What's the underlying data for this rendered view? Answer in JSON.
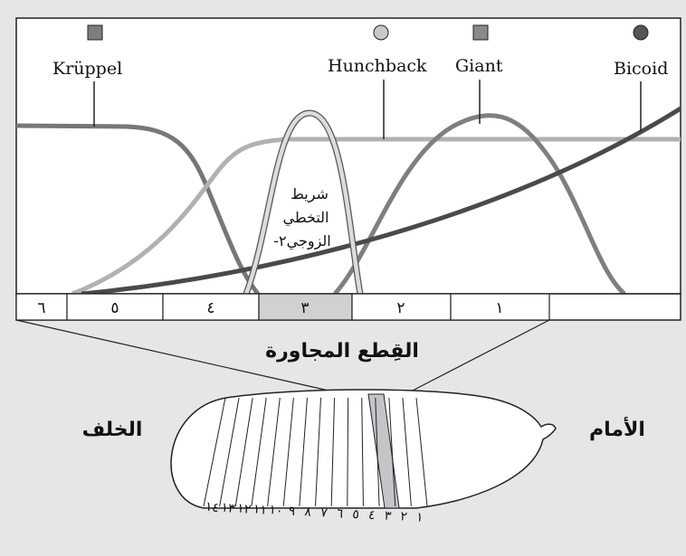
{
  "colors": {
    "background": "#e6e6e7",
    "panel": "#ffffff",
    "kruppel": "#777779",
    "hunchback": "#b0b1b3",
    "giant": "#7e7f82",
    "bicoid": "#4a4a4c",
    "stripe2": "#c4c5c8",
    "highlight": "#d0d1d3"
  },
  "legend": [
    {
      "id": "kruppel",
      "label": "Krüppel",
      "marker": "square-icon",
      "color": "#7d7d80"
    },
    {
      "id": "hunchback",
      "label": "Hunchback",
      "marker": "circle-icon",
      "color": "#c8c8ca"
    },
    {
      "id": "giant",
      "label": "Giant",
      "marker": "square-icon",
      "color": "#8a8a8d"
    },
    {
      "id": "bicoid",
      "label": "Bicoid",
      "marker": "circle-icon",
      "color": "#555557"
    }
  ],
  "stripe_label": [
    "شريط",
    "التخطي",
    "-الزوجي٢"
  ],
  "segments": [
    "٦",
    "٥",
    "٤",
    "٣",
    "٢",
    "١"
  ],
  "highlighted_segment": "٣",
  "parasegments_title": "القِطع المجاورة",
  "posterior_label": "الخلف",
  "anterior_label": "الأمام",
  "embryo_numbers": [
    "١",
    "٢",
    "٣",
    "٤",
    "٥",
    "٦",
    "٧",
    "٨",
    "٩",
    "١٠",
    "١١",
    "١٢",
    "١٣",
    "١٤"
  ]
}
